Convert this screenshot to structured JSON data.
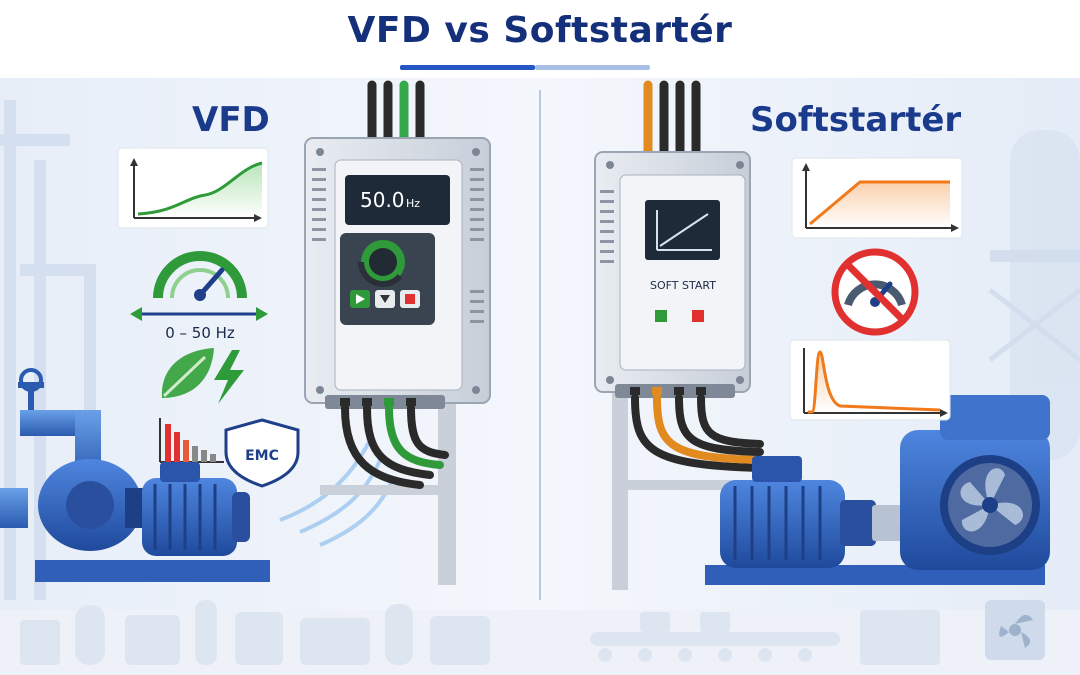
{
  "title": "VFD vs Softstartér",
  "vfd": {
    "heading": "VFD",
    "display_value": "50.0",
    "display_unit": "Hz",
    "freq_range": "0 – 50 Hz",
    "emc_badge": "EMC"
  },
  "softstarter": {
    "heading": "Softstartér",
    "panel_label": "SOFT START"
  },
  "colors": {
    "title": "#14307a",
    "vfd_accent": "#2e9a3a",
    "soft_accent": "#f07a1a",
    "motor_blue": "#2f5fb8",
    "stop_red": "#e03030"
  }
}
